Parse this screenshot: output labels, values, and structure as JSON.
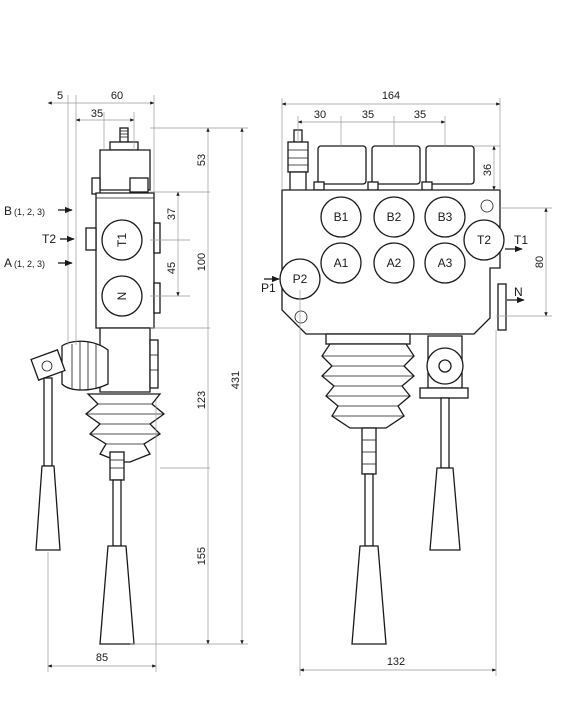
{
  "dimensions": {
    "top_left": [
      "5",
      "60",
      "35"
    ],
    "top_right": [
      "164",
      "30",
      "35",
      "35"
    ],
    "left_vertical": [
      "53",
      "37",
      "100",
      "45",
      "123",
      "431",
      "155"
    ],
    "right_vertical": [
      "36",
      "80"
    ],
    "bottom_left": "85",
    "bottom_right": "132"
  },
  "side_view": {
    "labels": {
      "b_main": "B",
      "b_sub": "(1, 2, 3)",
      "t2": "T2",
      "a_main": "A",
      "a_sub": "(1, 2, 3)"
    },
    "ports": [
      "T1",
      "N"
    ]
  },
  "front_view": {
    "ports_top": [
      "B1",
      "B2",
      "B3"
    ],
    "ports_bottom": [
      "A1",
      "A2",
      "A3"
    ],
    "port_p2": "P2",
    "port_t2": "T2",
    "label_p1": "P1",
    "label_t1": "T1",
    "label_n": "N"
  }
}
